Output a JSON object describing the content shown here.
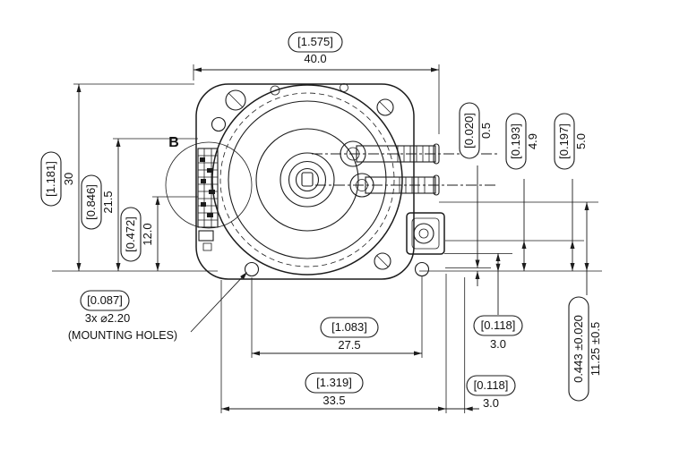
{
  "drawing": {
    "detail_label": "B",
    "callouts": {
      "mounting_inch": "[0.087]",
      "mounting_qty": "3x ⌀2.20",
      "mounting_note": "(MOUNTING HOLES)"
    },
    "dims": {
      "top_width": {
        "inch": "[1.575]",
        "mm": "40.0"
      },
      "overall_height": {
        "inch": "[1.181]",
        "mm": "30"
      },
      "upper_feature_height": {
        "inch": "[0.846]",
        "mm": "21.5"
      },
      "lower_feature_height": {
        "inch": "[0.472]",
        "mm": "12.0"
      },
      "step_offset": {
        "inch": "[0.020]",
        "mm": "0.5"
      },
      "port_offset_a": {
        "inch": "[0.193]",
        "mm": "4.9"
      },
      "port_offset_b": {
        "inch": "[0.197]",
        "mm": "5.0"
      },
      "hole_span": {
        "inch": "[1.083]",
        "mm": "27.5"
      },
      "base_width": {
        "inch": "[1.319]",
        "mm": "33.5"
      },
      "edge_offset_v": {
        "inch": "[0.118]",
        "mm": "3.0"
      },
      "edge_offset_h": {
        "inch": "[0.118]",
        "mm": "3.0"
      },
      "connector_height": {
        "inch": "0.443 ±0.020",
        "mm": "11.25 ±0.5"
      }
    }
  }
}
